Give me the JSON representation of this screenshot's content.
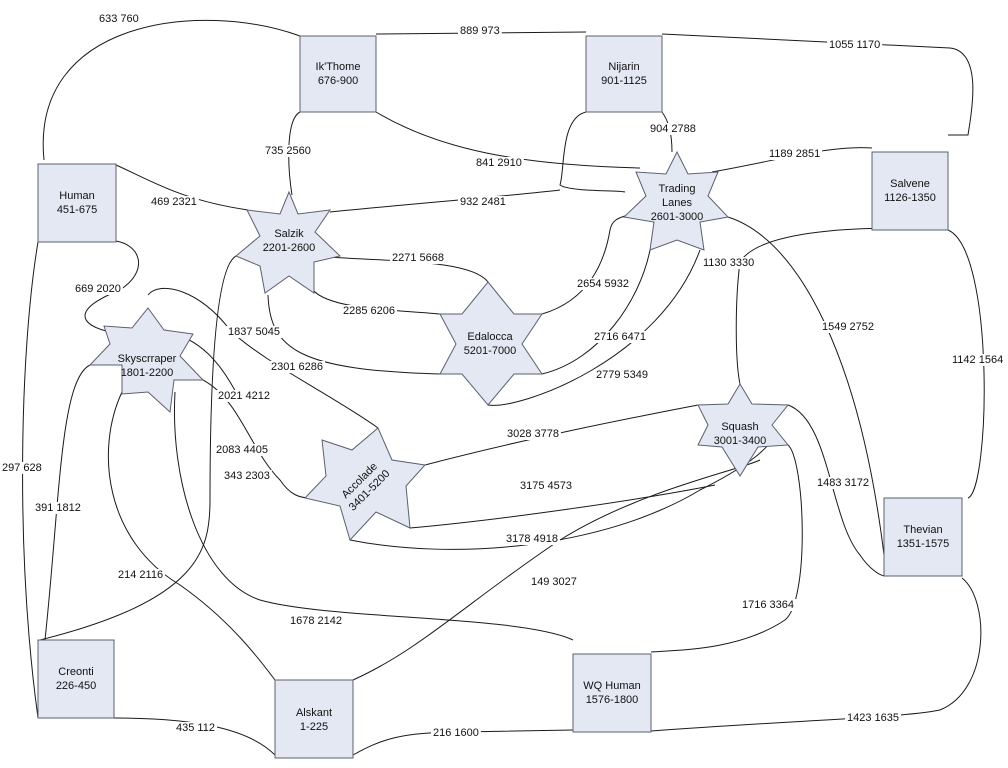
{
  "nodes": [
    {
      "id": "ikthome",
      "name": "Ik'Thome",
      "range": "676-900",
      "shape": "box"
    },
    {
      "id": "nijarin",
      "name": "Nijarin",
      "range": "901-1125",
      "shape": "box"
    },
    {
      "id": "human",
      "name": "Human",
      "range": "451-675",
      "shape": "box"
    },
    {
      "id": "salvene",
      "name": "Salvene",
      "range": "1126-1350",
      "shape": "box"
    },
    {
      "id": "salzik",
      "name": "Salzik",
      "range": "2201-2600",
      "shape": "star"
    },
    {
      "id": "trading",
      "name": "Trading Lanes",
      "range": "2601-3000",
      "shape": "star"
    },
    {
      "id": "edalocca",
      "name": "Edalocca",
      "range": "5201-7000",
      "shape": "star"
    },
    {
      "id": "skyscrraper",
      "name": "Skyscrraper",
      "range": "1801-2200",
      "shape": "star"
    },
    {
      "id": "squash",
      "name": "Squash",
      "range": "3001-3400",
      "shape": "star"
    },
    {
      "id": "accolade",
      "name": "Accolade",
      "range": "3401-5200",
      "shape": "star"
    },
    {
      "id": "thevian",
      "name": "Thevian",
      "range": "1351-1575",
      "shape": "box"
    },
    {
      "id": "creonti",
      "name": "Creonti",
      "range": "226-450",
      "shape": "box"
    },
    {
      "id": "alskant",
      "name": "Alskant",
      "range": "1-225",
      "shape": "box"
    },
    {
      "id": "wqhuman",
      "name": "WQ Human",
      "range": "1576-1800",
      "shape": "box"
    }
  ],
  "edge_labels": [
    "633  760",
    "889  973",
    "1055  1170",
    "735  2560",
    "841  2910",
    "904  2788",
    "1189  2851",
    "469  2321",
    "932  2481",
    "669  2020",
    "2271  5668",
    "2654  5932",
    "2285  6206",
    "1130  3330",
    "1549  2752",
    "1142  1564",
    "1837  5045",
    "2716  6471",
    "2301  6286",
    "2779  5349",
    "2021  4212",
    "2083  4405",
    "3028  3778",
    "343  2303",
    "297  628",
    "3175  4573",
    "1483  3172",
    "391  1812",
    "3178  4918",
    "214  2116",
    "149  3027",
    "1716  3364",
    "1678  2142",
    "435  112",
    "216  1600",
    "1423  1635"
  ]
}
